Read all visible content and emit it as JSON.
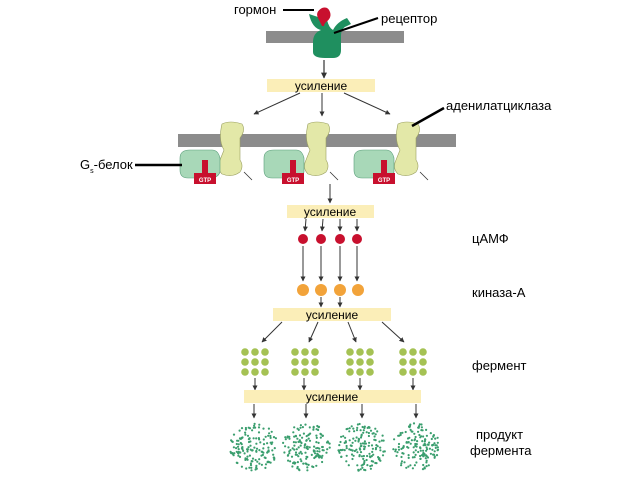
{
  "labels": {
    "hormone": "гормон",
    "receptor": "рецептор",
    "adenylate_cyclase": "аденилатциклаза",
    "gs_protein_g": "G",
    "gs_protein_sub": "s",
    "gs_protein_rest": "-белок",
    "camp": "цАМФ",
    "kinase_a": "киназа-А",
    "enzyme": "фермент",
    "product_line1": "продукт",
    "product_line2": "фермента",
    "gtp": "GTP"
  },
  "amplification_label": "усиление",
  "colors": {
    "membrane": "#8c8c8c",
    "receptor": "#1f8f5f",
    "hormone": "#c8102e",
    "cyclase": "#e3e8a8",
    "g_protein": "#a8d8b8",
    "gtp": "#c8102e",
    "band": "#fbeeb8",
    "camp": "#c8102e",
    "kinase": "#f2a33a",
    "enzyme": "#a5c254",
    "product": "#3a9e6e"
  }
}
